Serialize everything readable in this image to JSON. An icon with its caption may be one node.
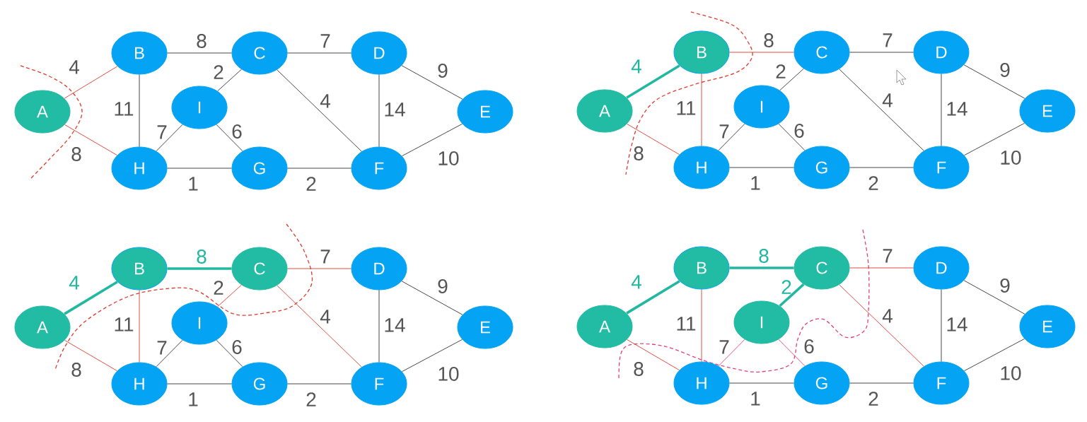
{
  "diagram": {
    "nodes": [
      {
        "text": [
          "B"
        ]
      },
      {
        "text": [
          "C"
        ]
      },
      {
        "text": [
          "D"
        ]
      },
      {
        "text": [
          "A"
        ]
      },
      {
        "text": [
          "I"
        ]
      },
      {
        "text": [
          "E"
        ]
      },
      {
        "text": [
          "H"
        ]
      },
      {
        "text": [
          "G"
        ]
      },
      {
        "text": [
          "F"
        ]
      },
      {
        "text": [
          "B"
        ]
      },
      {
        "text": [
          "C"
        ]
      },
      {
        "text": [
          "D"
        ]
      },
      {
        "text": [
          "A"
        ]
      },
      {
        "text": [
          "I"
        ]
      },
      {
        "text": [
          "E"
        ]
      },
      {
        "text": [
          "H"
        ]
      },
      {
        "text": [
          "G"
        ]
      },
      {
        "text": [
          "F"
        ]
      },
      {
        "text": [
          "B"
        ]
      },
      {
        "text": [
          "C"
        ]
      },
      {
        "text": [
          "D"
        ]
      },
      {
        "text": [
          "A"
        ]
      },
      {
        "text": [
          "I"
        ]
      },
      {
        "text": [
          "E"
        ]
      },
      {
        "text": [
          "H"
        ]
      },
      {
        "text": [
          "G"
        ]
      },
      {
        "text": [
          "F"
        ]
      },
      {
        "text": [
          "B"
        ]
      },
      {
        "text": [
          "C"
        ]
      },
      {
        "text": [
          "D"
        ]
      },
      {
        "text": [
          "A"
        ]
      },
      {
        "text": [
          "I"
        ]
      },
      {
        "text": [
          "E"
        ]
      },
      {
        "text": [
          "H"
        ]
      },
      {
        "text": [
          "G"
        ]
      },
      {
        "text": [
          "F"
        ]
      }
    ],
    "edges": [
      {
        "from": 3,
        "to": 0,
        "arrow": "none",
        "label": "4",
        "color": "#e03a2c"
      },
      {
        "from": 0,
        "to": 1,
        "arrow": "none",
        "label": "8"
      },
      {
        "from": 1,
        "to": 2,
        "arrow": "none",
        "label": "7"
      },
      {
        "from": 2,
        "to": 5,
        "arrow": "none",
        "label": "9"
      },
      {
        "from": 0,
        "to": 6,
        "arrow": "none",
        "label": "11"
      },
      {
        "from": 1,
        "to": 4,
        "arrow": "none",
        "label": "2"
      },
      {
        "from": 1,
        "to": 8,
        "arrow": "none",
        "label": "4"
      },
      {
        "from": 2,
        "to": 8,
        "arrow": "none",
        "label": "14"
      },
      {
        "from": 6,
        "to": 4,
        "arrow": "none",
        "label": "7"
      },
      {
        "from": 4,
        "to": 7,
        "arrow": "none",
        "label": "6"
      },
      {
        "from": 3,
        "to": 6,
        "arrow": "none",
        "label": "8",
        "color": "#e03a2c"
      },
      {
        "from": 5,
        "to": 8,
        "arrow": "none",
        "label": "10"
      },
      {
        "from": 6,
        "to": 7,
        "arrow": "none",
        "label": "1"
      },
      {
        "from": 7,
        "to": 8,
        "arrow": "none",
        "label": "2"
      },
      {
        "from": 12,
        "to": 9,
        "arrow": "none",
        "label": "4",
        "style": "thick",
        "color": "#22b7a0"
      },
      {
        "from": 9,
        "to": 10,
        "arrow": "none",
        "label": "8",
        "color": "#e03a2c"
      },
      {
        "from": 10,
        "to": 11,
        "arrow": "none",
        "label": "7"
      },
      {
        "from": 11,
        "to": 14,
        "arrow": "none",
        "label": "9"
      },
      {
        "from": 9,
        "to": 15,
        "arrow": "none",
        "label": "11",
        "color": "#e03a2c"
      },
      {
        "from": 10,
        "to": 13,
        "arrow": "none",
        "label": "2"
      },
      {
        "from": 10,
        "to": 17,
        "arrow": "none",
        "label": "4"
      },
      {
        "from": 11,
        "to": 17,
        "arrow": "none",
        "label": "14"
      },
      {
        "from": 15,
        "to": 13,
        "arrow": "none",
        "label": "7"
      },
      {
        "from": 13,
        "to": 16,
        "arrow": "none",
        "label": "6"
      },
      {
        "from": 12,
        "to": 15,
        "arrow": "none",
        "label": "8",
        "color": "#e03a2c"
      },
      {
        "from": 14,
        "to": 17,
        "arrow": "none",
        "label": "10"
      },
      {
        "from": 15,
        "to": 16,
        "arrow": "none",
        "label": "1"
      },
      {
        "from": 16,
        "to": 17,
        "arrow": "none",
        "label": "2"
      },
      {
        "from": 21,
        "to": 18,
        "arrow": "none",
        "label": "4",
        "style": "thick",
        "color": "#22b7a0"
      },
      {
        "from": 18,
        "to": 19,
        "arrow": "none",
        "label": "8",
        "style": "thick",
        "color": "#22b7a0"
      },
      {
        "from": 19,
        "to": 20,
        "arrow": "none",
        "label": "7",
        "color": "#e03a2c"
      },
      {
        "from": 20,
        "to": 23,
        "arrow": "none",
        "label": "9"
      },
      {
        "from": 18,
        "to": 24,
        "arrow": "none",
        "label": "11",
        "color": "#e03a2c"
      },
      {
        "from": 19,
        "to": 22,
        "arrow": "none",
        "label": "2",
        "color": "#e03a2c"
      },
      {
        "from": 19,
        "to": 26,
        "arrow": "none",
        "label": "4",
        "color": "#e03a2c"
      },
      {
        "from": 20,
        "to": 26,
        "arrow": "none",
        "label": "14"
      },
      {
        "from": 24,
        "to": 22,
        "arrow": "none",
        "label": "7"
      },
      {
        "from": 22,
        "to": 25,
        "arrow": "none",
        "label": "6"
      },
      {
        "from": 21,
        "to": 24,
        "arrow": "none",
        "label": "8",
        "color": "#e03a2c"
      },
      {
        "from": 23,
        "to": 26,
        "arrow": "none",
        "label": "10"
      },
      {
        "from": 24,
        "to": 25,
        "arrow": "none",
        "label": "1"
      },
      {
        "from": 25,
        "to": 26,
        "arrow": "none",
        "label": "2"
      },
      {
        "from": 30,
        "to": 27,
        "arrow": "none",
        "label": "4",
        "style": "thick",
        "color": "#22b7a0"
      },
      {
        "from": 27,
        "to": 28,
        "arrow": "none",
        "label": "8",
        "style": "thick",
        "color": "#22b7a0"
      },
      {
        "from": 28,
        "to": 29,
        "arrow": "none",
        "label": "7",
        "color": "#e03a2c"
      },
      {
        "from": 29,
        "to": 32,
        "arrow": "none",
        "label": "9"
      },
      {
        "from": 27,
        "to": 33,
        "arrow": "none",
        "label": "11",
        "color": "#e03a2c"
      },
      {
        "from": 28,
        "to": 31,
        "arrow": "none",
        "label": "2",
        "style": "thick",
        "color": "#22b7a0"
      },
      {
        "from": 28,
        "to": 35,
        "arrow": "none",
        "label": "4",
        "color": "#e03a2c"
      },
      {
        "from": 29,
        "to": 35,
        "arrow": "none",
        "label": "14"
      },
      {
        "from": 33,
        "to": 31,
        "arrow": "none",
        "label": "7",
        "color": "#e0407c"
      },
      {
        "from": 31,
        "to": 34,
        "arrow": "none",
        "label": "6",
        "color": "#e0407c"
      },
      {
        "from": 30,
        "to": 33,
        "arrow": "none",
        "label": "8",
        "color": "#e03a2c"
      },
      {
        "from": 32,
        "to": 35,
        "arrow": "none",
        "label": "10"
      },
      {
        "from": 33,
        "to": 34,
        "arrow": "none",
        "label": "1"
      },
      {
        "from": 34,
        "to": 35,
        "arrow": "none",
        "label": "2"
      }
    ]
  }
}
